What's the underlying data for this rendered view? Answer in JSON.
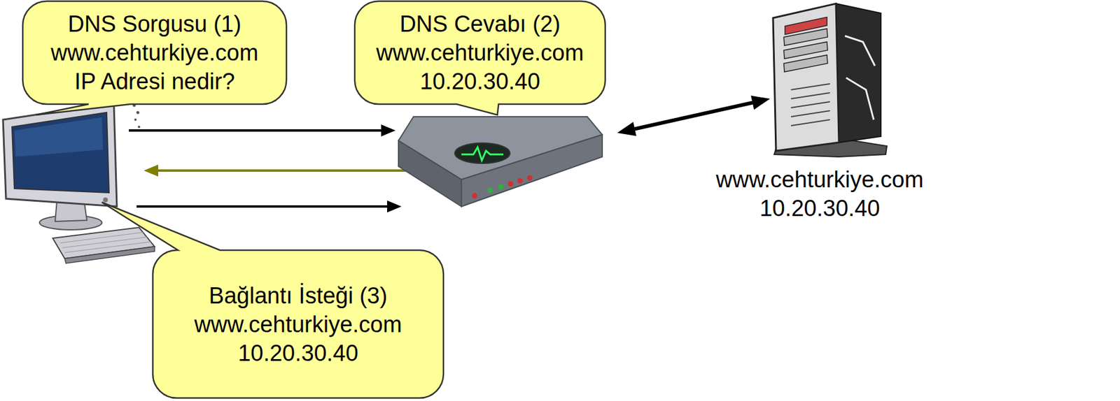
{
  "diagram": {
    "nodes": [
      {
        "text": [
          "DNS Sorgusu (1)",
          "www.cehturkiye.com",
          "IP Adresi nedir?"
        ]
      },
      {
        "text": [
          "DNS Cevabı (2)",
          "www.cehturkiye.com",
          "10.20.30.40"
        ]
      },
      {
        "text": [
          "www.cehturkiye.com",
          "10.20.30.40"
        ]
      },
      {
        "text": [
          "Bağlantı İsteği (3)",
          "www.cehturkiye.com",
          "10.20.30.40"
        ]
      }
    ]
  }
}
